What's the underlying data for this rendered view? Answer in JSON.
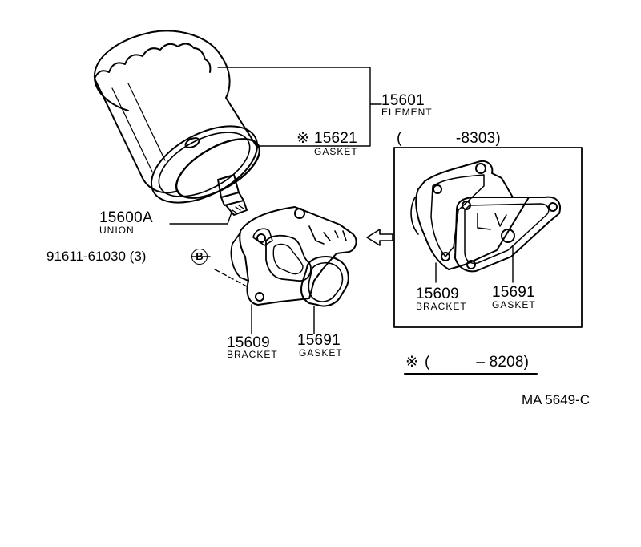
{
  "parts": {
    "element": {
      "number": "15601",
      "name": "ELEMENT"
    },
    "gasket_filter": {
      "marker": "※",
      "number": "15621",
      "name": "GASKET"
    },
    "union": {
      "number": "15600A",
      "name": "UNION"
    },
    "bolt": {
      "number": "91611-61030 (3)",
      "callout": "B"
    },
    "bracket": {
      "number": "15609",
      "name": "BRACKET"
    },
    "gasket_bracket": {
      "number": "15691",
      "name": "GASKET"
    }
  },
  "inset": {
    "range": "(    -8303)",
    "bracket": {
      "number": "15609",
      "name": "BRACKET"
    },
    "gasket": {
      "number": "15691",
      "name": "GASKET"
    }
  },
  "note": {
    "marker": "※",
    "range": "(    – 8208)"
  },
  "drawing_id": "MA 5649-C"
}
